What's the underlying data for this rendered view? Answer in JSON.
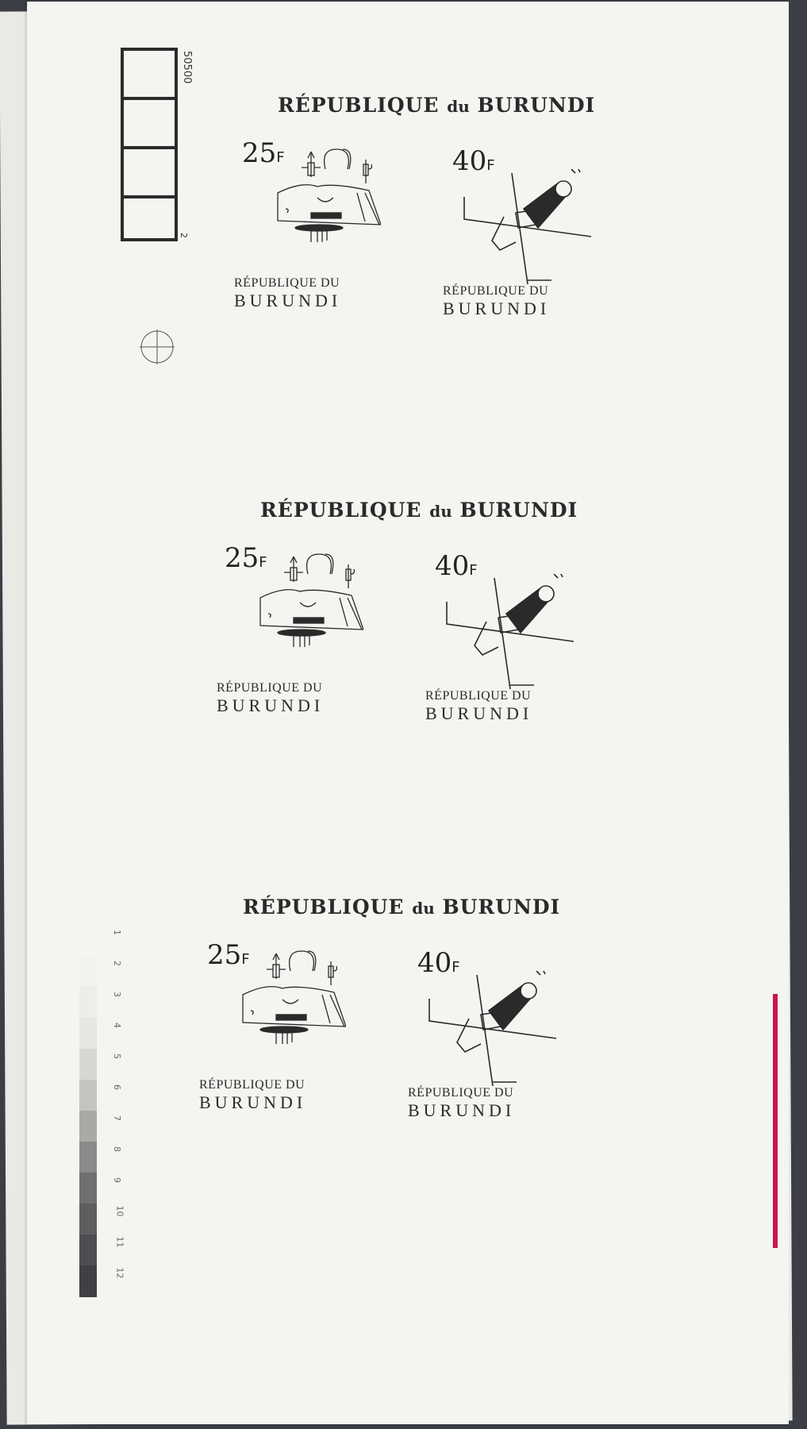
{
  "sheet": {
    "number": "50500",
    "index": "2",
    "gray_scale": [
      "1",
      "2",
      "3",
      "4",
      "5",
      "6",
      "7",
      "8",
      "9",
      "10",
      "11",
      "12"
    ]
  },
  "blocks": [
    {
      "header": {
        "main": "RÉPUBLIQUE",
        "du": "du",
        "country": "BURUNDI"
      },
      "stamps": [
        {
          "value": "25",
          "unit": "F",
          "caption_l1": "RÉPUBLIQUE DU",
          "caption_l2": "BURUNDI"
        },
        {
          "value": "40",
          "unit": "F",
          "caption_l1": "RÉPUBLIQUE DU",
          "caption_l2": "BURUNDI"
        }
      ]
    },
    {
      "header": {
        "main": "RÉPUBLIQUE",
        "du": "du",
        "country": "BURUNDI"
      },
      "stamps": [
        {
          "value": "25",
          "unit": "F",
          "caption_l1": "RÉPUBLIQUE DU",
          "caption_l2": "BURUNDI"
        },
        {
          "value": "40",
          "unit": "F",
          "caption_l1": "RÉPUBLIQUE DU",
          "caption_l2": "BURUNDI"
        }
      ]
    },
    {
      "header": {
        "main": "RÉPUBLIQUE",
        "du": "du",
        "country": "BURUNDI"
      },
      "stamps": [
        {
          "value": "25",
          "unit": "F",
          "caption_l1": "RÉPUBLIQUE DU",
          "caption_l2": "BURUNDI"
        },
        {
          "value": "40",
          "unit": "F",
          "caption_l1": "RÉPUBLIQUE DU",
          "caption_l2": "BURUNDI"
        }
      ]
    }
  ],
  "colors": {
    "background": "#3b3e44",
    "paper": "#f4f4f1",
    "ink": "#2a2a2a",
    "edge": "#c8184a"
  }
}
